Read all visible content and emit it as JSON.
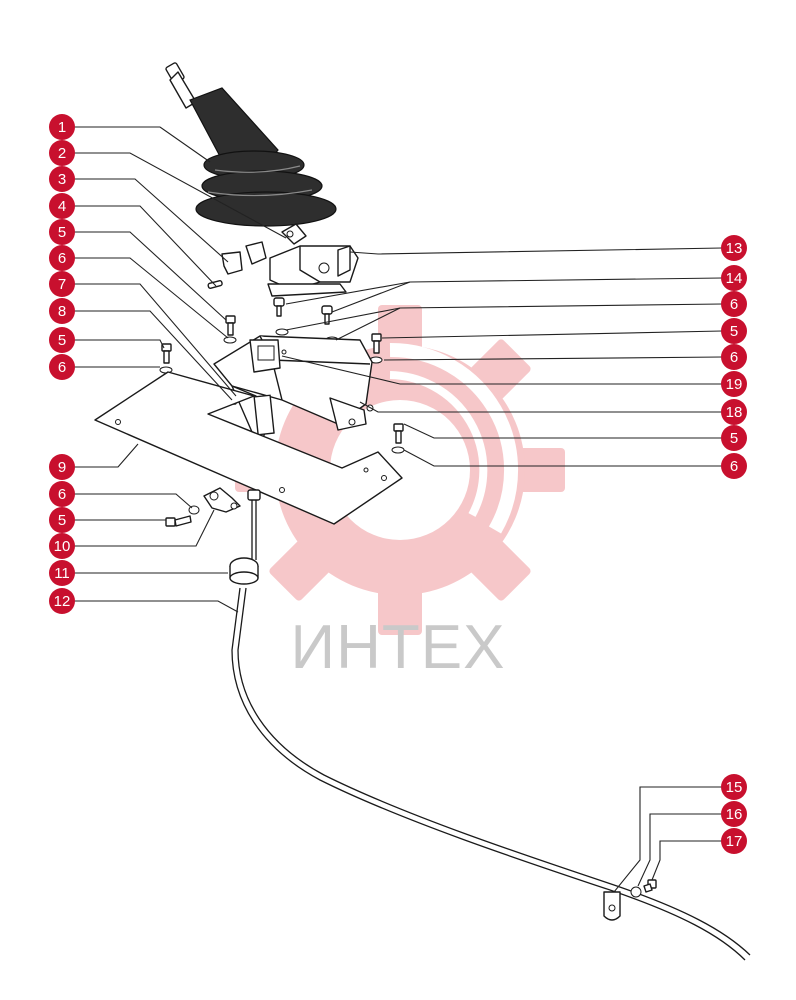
{
  "watermark": {
    "text": "ИНТЕХ",
    "color": "#f2a3a3"
  },
  "accent_color": "#c8102e",
  "callouts_left": [
    "1",
    "2",
    "3",
    "4",
    "5",
    "6",
    "7",
    "8",
    "5",
    "6",
    "9",
    "6",
    "5",
    "10",
    "11",
    "12"
  ],
  "callouts_right": [
    "13",
    "14",
    "6",
    "5",
    "6",
    "19",
    "18",
    "5",
    "6"
  ],
  "callouts_bottom": [
    "15",
    "16",
    "17"
  ]
}
